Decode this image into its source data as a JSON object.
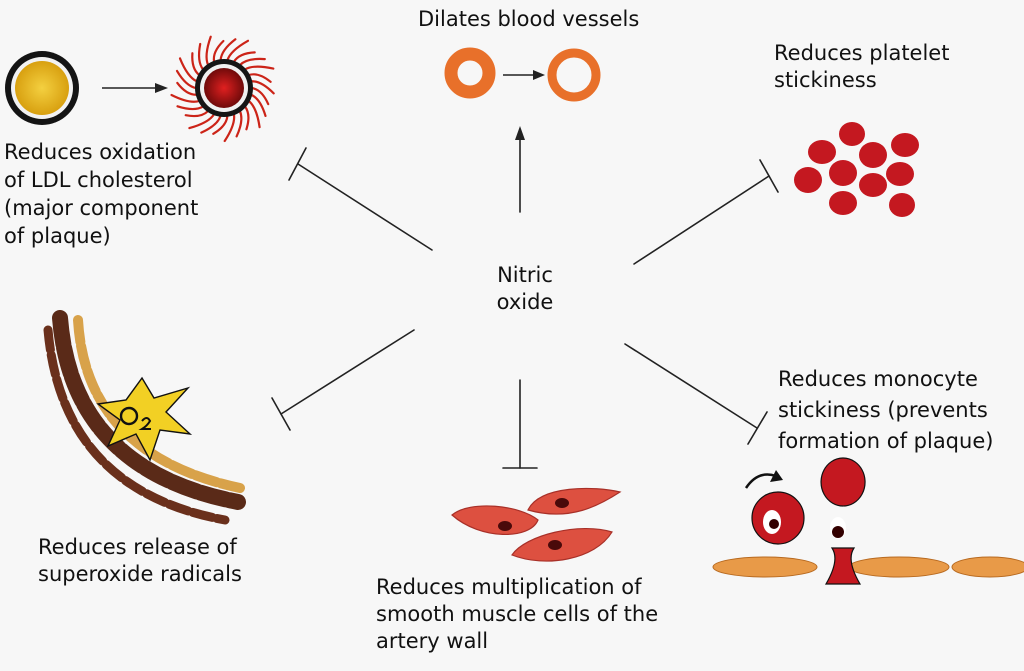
{
  "center": {
    "lines": [
      "Nitric",
      "oxide"
    ]
  },
  "effects": {
    "vessels": {
      "lines": [
        "Dilates blood vessels"
      ]
    },
    "platelet": {
      "lines": [
        "Reduces platelet",
        "stickiness"
      ]
    },
    "ldl": {
      "lines": [
        "Reduces oxidation",
        "of LDL cholesterol",
        "(major component",
        "of plaque)"
      ]
    },
    "superoxide": {
      "lines": [
        "Reduces release of",
        "superoxide radicals"
      ]
    },
    "smooth": {
      "lines": [
        "Reduces multiplication of",
        "smooth muscle cells of the",
        "artery wall"
      ]
    },
    "monocyte": {
      "lines": [
        "Reduces monocyte",
        "stickiness (prevents",
        "formation of plaque)"
      ]
    }
  },
  "colors": {
    "line": "#222222",
    "cell_red": "#c41820",
    "cell_dark": "#7a0e10",
    "orange": "#e8702a",
    "yellow": "#e8c020",
    "muscle": "#dd5040",
    "tan": "#e89a48",
    "brown": "#5a2a18"
  }
}
